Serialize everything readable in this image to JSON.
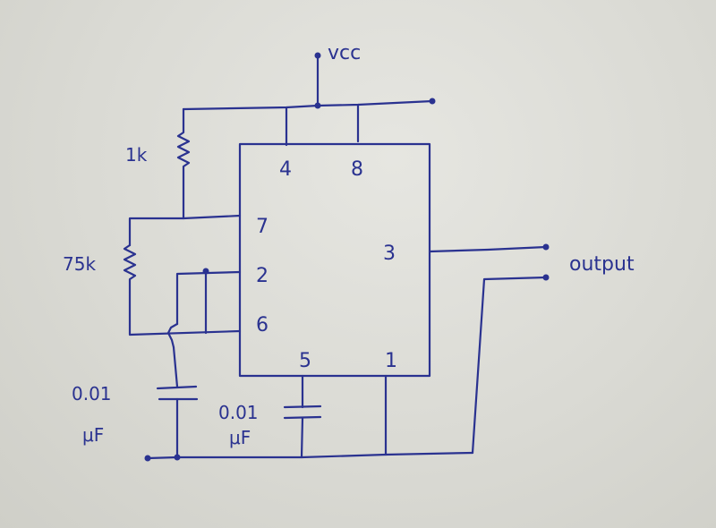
{
  "labels": {
    "vcc": "vcc",
    "r1": "1k",
    "r2": "75k",
    "c1_value": "0.01",
    "c1_unit": "μF",
    "c2_value": "0.01",
    "c2_unit": "μF",
    "output": "output"
  },
  "ic": {
    "pin4": "4",
    "pin8": "8",
    "pin7": "7",
    "pin2": "2",
    "pin6": "6",
    "pin3": "3",
    "pin5": "5",
    "pin1": "1"
  },
  "colors": {
    "ink": "#2a3290",
    "paper": "#dcdcd6"
  }
}
